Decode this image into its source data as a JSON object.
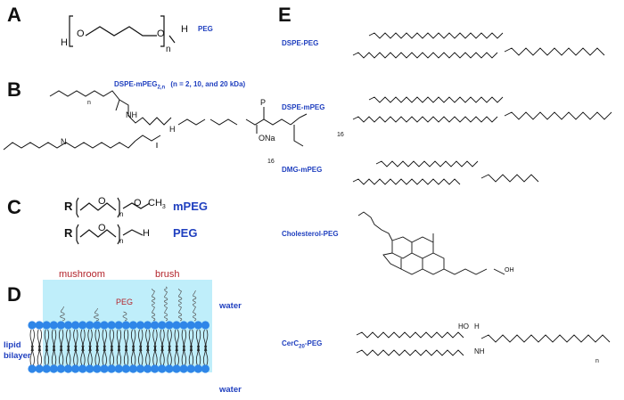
{
  "panels": {
    "A": {
      "letter": "A",
      "label": "PEG",
      "atoms": {
        "h_left": "H",
        "o1": "O",
        "o2": "O",
        "h_right": "H",
        "n": "n"
      }
    },
    "B": {
      "letter": "B",
      "label_main": "DSPE-mPEG",
      "label_sub": "2,n",
      "label_note": "(n = 2, 10, and 20 kDa)",
      "atoms": {
        "nh1": "NH",
        "ona": "ONa",
        "p": "P",
        "h": "H",
        "n16a": "16",
        "n16b": "16",
        "n": "n",
        "n2": "N"
      }
    },
    "C": {
      "letter": "C",
      "mpeg_label": "mPEG",
      "peg_label": "PEG",
      "r1": "R",
      "r2": "R",
      "ch3": "CH",
      "ch3_sub": "3",
      "o_a": "O",
      "o_b": "O",
      "o_c": "O",
      "h": "H",
      "n1": "n",
      "n2": "n"
    },
    "D": {
      "letter": "D",
      "mushroom": "mushroom",
      "brush": "brush",
      "peg": "PEG",
      "water_top": "water",
      "water_bottom": "water",
      "lipid": "lipid",
      "bilayer": "bilayer"
    },
    "E": {
      "letter": "E",
      "labels": [
        "DSPE-PEG",
        "DSPE-mPEG",
        "DMG-mPEG",
        "Cholesterol-PEG"
      ],
      "cerc_main": "CerC",
      "cerc_sub": "20",
      "cerc_tail": "-PEG",
      "atoms": {
        "oh": "OH",
        "ho": "HO",
        "nh": "NH",
        "h": "H",
        "n": "n"
      }
    }
  },
  "colors": {
    "label_blue": "#1f3fbf",
    "water_blue": "#bfeefa",
    "head_blue": "#2f86e8",
    "red_text": "#b3252c"
  }
}
